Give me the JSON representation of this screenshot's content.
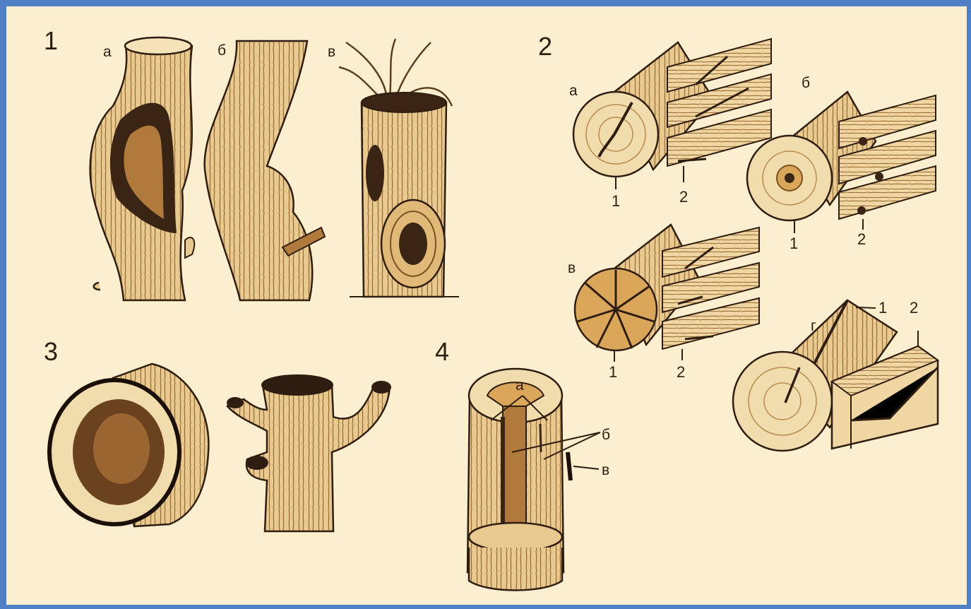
{
  "colors": {
    "background": "#fbefcf",
    "border": "#4f7fc4",
    "wood": "#e8c98f",
    "dark": "#2e1d10",
    "grain": "#9a6a34"
  },
  "figure1": {
    "number": "1",
    "sub_a": "а",
    "sub_b": "б",
    "sub_v": "в"
  },
  "figure2": {
    "number": "2",
    "sub_a": "а",
    "sub_b": "б",
    "sub_v": "в",
    "sub_g": "г",
    "a_1": "1",
    "a_2": "2",
    "b_1": "1",
    "b_2": "2",
    "v_1": "1",
    "v_2": "2",
    "g_1": "1",
    "g_2": "2"
  },
  "figure3": {
    "number": "3"
  },
  "figure4": {
    "number": "4",
    "sub_a": "а",
    "sub_b": "б",
    "sub_v": "в"
  }
}
